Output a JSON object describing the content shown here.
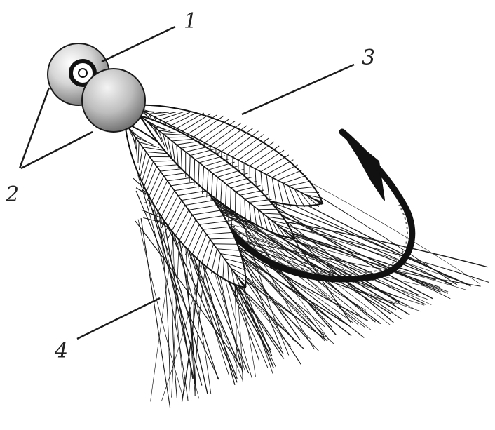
{
  "diagram": {
    "labels": [
      {
        "id": "1",
        "text": "1"
      },
      {
        "id": "2",
        "text": "2"
      },
      {
        "id": "3",
        "text": "3"
      },
      {
        "id": "4",
        "text": "4"
      }
    ]
  },
  "colors": {
    "ink": "#1a1a1a",
    "bead_light": "#f2f2f2",
    "bead_dark": "#7a7a7a",
    "hook": "#111111",
    "background": "#ffffff"
  }
}
